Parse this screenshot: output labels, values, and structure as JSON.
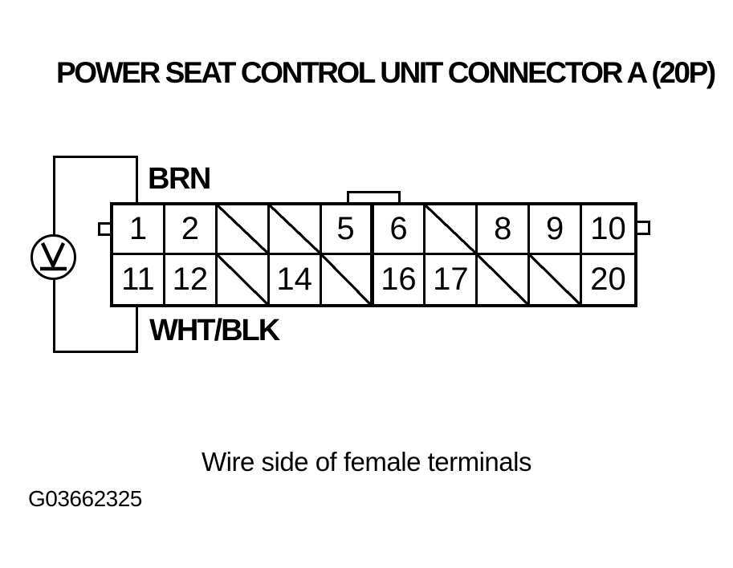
{
  "title": "POWER SEAT CONTROL UNIT CONNECTOR A (20P)",
  "connector": {
    "name": "Power seat control unit connector A, 20 pins",
    "top_wire_label": "BRN",
    "bottom_wire_label": "WHT/BLK",
    "rows": [
      [
        "1",
        "2",
        null,
        null,
        "5",
        "6",
        null,
        "8",
        "9",
        "10"
      ],
      [
        "11",
        "12",
        null,
        "14",
        null,
        "16",
        "17",
        null,
        null,
        "20"
      ]
    ]
  },
  "meter": {
    "symbol": "V"
  },
  "caption": "Wire side of female terminals",
  "figure_id": "G03662325",
  "colors": {
    "ink": "#000000",
    "background": "#ffffff"
  }
}
